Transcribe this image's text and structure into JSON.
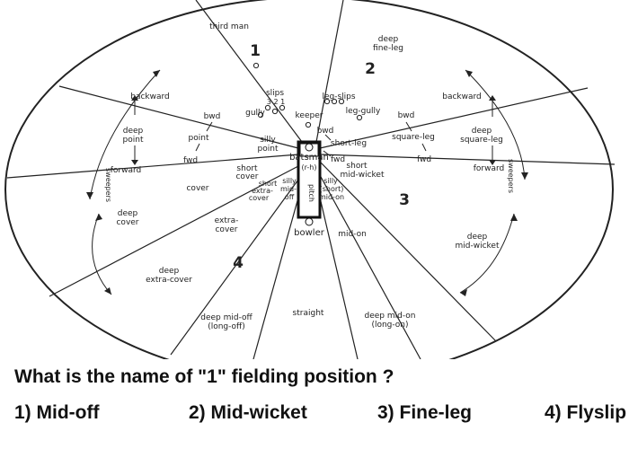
{
  "zones": {
    "z1": "1",
    "z2": "2",
    "z3": "3",
    "z4": "4"
  },
  "positions": {
    "third_man": "third man",
    "deep": "deep",
    "fine_leg": "fine-leg",
    "backward": "backward",
    "backward_right": "backward",
    "deep_point_1": "deep",
    "deep_point_2": "point",
    "forward": "forward",
    "forward_right": "forward",
    "sweepers": "sweepers",
    "sweepers_right": "sweepers",
    "bwd_1": "bwd",
    "point": "point",
    "fwd_1": "fwd",
    "slips": "slips",
    "slip_numbers": "3 2 1",
    "gully": "gully",
    "leg_slips": "leg-slips",
    "leg_gully": "leg-gully",
    "keeper": "keeper",
    "bwd_2": "bwd",
    "square_leg": "square-leg",
    "fwd_2": "fwd",
    "deep_sq_1": "deep",
    "deep_sq_2": "square-leg",
    "bwd_3": "bwd",
    "short_leg": "short-leg",
    "fwd_3": "fwd",
    "silly_point_1": "silly",
    "silly_point_2": "point",
    "batsman": "batsman",
    "rh": "(r-h)",
    "short_cover_1": "short",
    "short_cover_2": "cover",
    "short_extra_1": "short",
    "short_extra_2": "extra-",
    "short_extra_3": "cover",
    "silly_mid_off_1": "silly",
    "silly_mid_off_2": "mid-",
    "silly_mid_off_3": "off",
    "pitch": "pitch",
    "silly_mid_on_1": "silly",
    "silly_mid_on_2": "(short)",
    "silly_mid_on_3": "mid-on",
    "short_mw_1": "short",
    "short_mw_2": "mid-wicket",
    "cover": "cover",
    "deep_cover_1": "deep",
    "deep_cover_2": "cover",
    "extra_cover_1": "extra-",
    "extra_cover_2": "cover",
    "bowler": "bowler",
    "mid_on": "mid-on",
    "deep_mw_1": "deep",
    "deep_mw_2": "mid-wicket",
    "deep_ec_1": "deep",
    "deep_ec_2": "extra-cover",
    "deep_mo_1": "deep mid-off",
    "deep_mo_2": "(long-off)",
    "straight": "straight",
    "deep_mon_1": "deep mid-on",
    "deep_mon_2": "(long-on)"
  },
  "quiz": {
    "question": "What is the name of \"1\" fielding position ?",
    "options": [
      "1) Mid-off",
      "2) Mid-wicket",
      "3) Fine-leg",
      "4) Flyslip"
    ]
  }
}
